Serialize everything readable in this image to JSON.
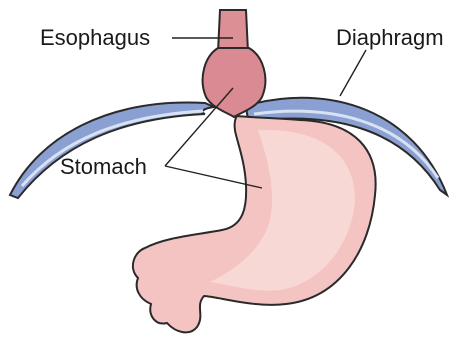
{
  "labels": {
    "esophagus": "Esophagus",
    "diaphragm": "Diaphragm",
    "stomach": "Stomach"
  },
  "colors": {
    "diaphragm_fill": "#8aa0d2",
    "diaphragm_highlight": "#d8e2f3",
    "outline": "#2a2a2a",
    "esophagus_fill": "#dc8f95",
    "hernia_fill": "#d98a93",
    "stomach_fill": "#f4c4c2",
    "stomach_shade": "#f8d8d5",
    "leader_line": "#222222"
  }
}
